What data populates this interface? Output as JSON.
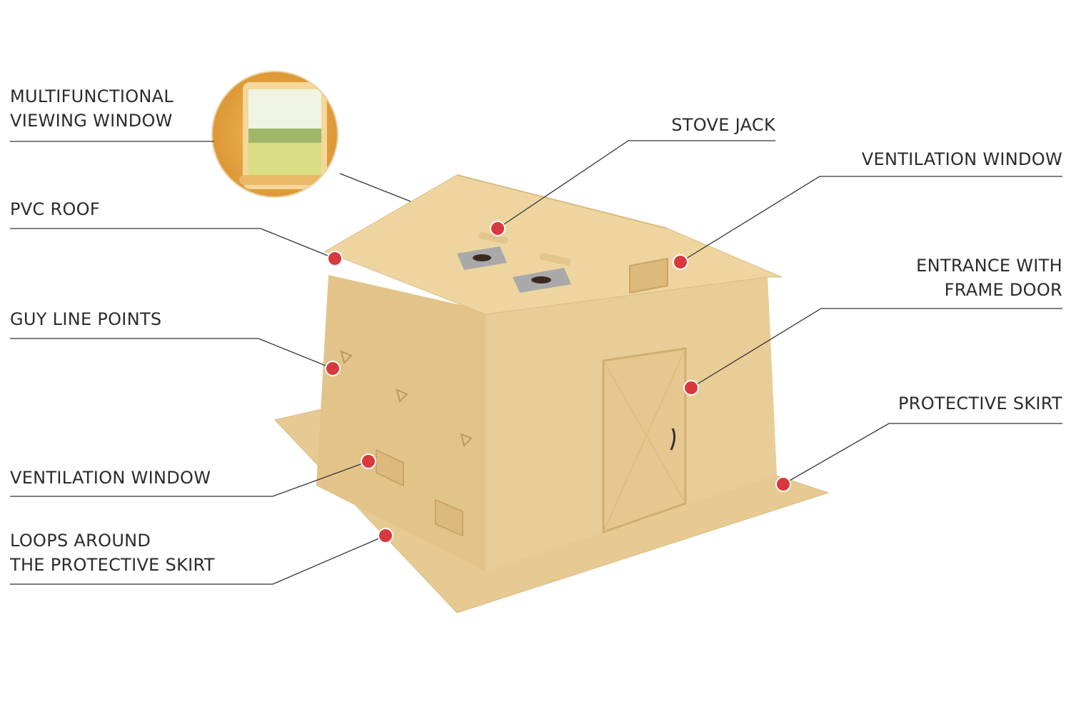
{
  "colors": {
    "tent_front": "#e9cd96",
    "tent_side": "#e2c48a",
    "roof": "#eed5a0",
    "skirt": "#e6ca92",
    "marker": "#d7393d",
    "leader": "#333333"
  },
  "labels": {
    "viewing_window": {
      "line1": "MULTIFUNCTIONAL",
      "line2": "VIEWING WINDOW"
    },
    "pvc_roof": {
      "line1": "PVC ROOF"
    },
    "guy_line": {
      "line1": "GUY LINE POINTS"
    },
    "vent_left": {
      "line1": "VENTILATION WINDOW"
    },
    "loops": {
      "line1": "LOOPS AROUND",
      "line2": "THE PROTECTIVE SKIRT"
    },
    "stove_jack": {
      "line1": "STOVE JACK"
    },
    "vent_right": {
      "line1": "VENTILATION WINDOW"
    },
    "entrance": {
      "line1": "ENTRANCE WITH",
      "line2": "FRAME DOOR"
    },
    "skirt": {
      "line1": "PROTECTIVE SKIRT"
    }
  }
}
